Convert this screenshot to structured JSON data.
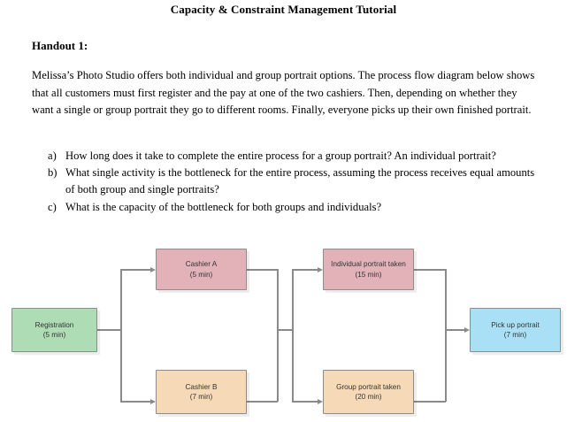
{
  "document": {
    "title": "Capacity & Constraint Management Tutorial",
    "handout_label": "Handout 1:",
    "paragraph": "Melissa’s Photo Studio offers both individual and group portrait options. The process flow diagram below shows that all customers must first register and the pay at one of the two cashiers. Then, depending on whether they want a single or group portrait they go to different rooms. Finally, everyone picks up their own finished portrait.",
    "questions": [
      {
        "marker": "a)",
        "text": "How long does it take to complete the entire process for a group portrait? An individual portrait?"
      },
      {
        "marker": "b)",
        "text": "What single activity is the bottleneck for the entire process, assuming the process receives equal amounts of both group and single portraits?"
      },
      {
        "marker": "c)",
        "text": "What is the capacity of the bottleneck for both groups and individuals?"
      }
    ]
  },
  "diagram": {
    "nodes": [
      {
        "id": "registration",
        "label": "Registration",
        "time": "(5 min)",
        "color": "#aedcb4"
      },
      {
        "id": "cashier-a",
        "label": "Cashier A",
        "time": "(5 min)",
        "color": "#e2b2b8"
      },
      {
        "id": "cashier-b",
        "label": "Cashier B",
        "time": "(7 min)",
        "color": "#f6d9b6"
      },
      {
        "id": "individual",
        "label": "Individual portrait taken",
        "time": "(15 min)",
        "color": "#e2b2b8"
      },
      {
        "id": "group",
        "label": "Group portrait taken",
        "time": "(20 min)",
        "color": "#f6d9b6"
      },
      {
        "id": "pickup",
        "label": "Pick up portrait",
        "time": "(7 min)",
        "color": "#a9e0f5"
      }
    ],
    "connector_color": "#8a8a8a",
    "border_color": "#8c8c8c"
  }
}
